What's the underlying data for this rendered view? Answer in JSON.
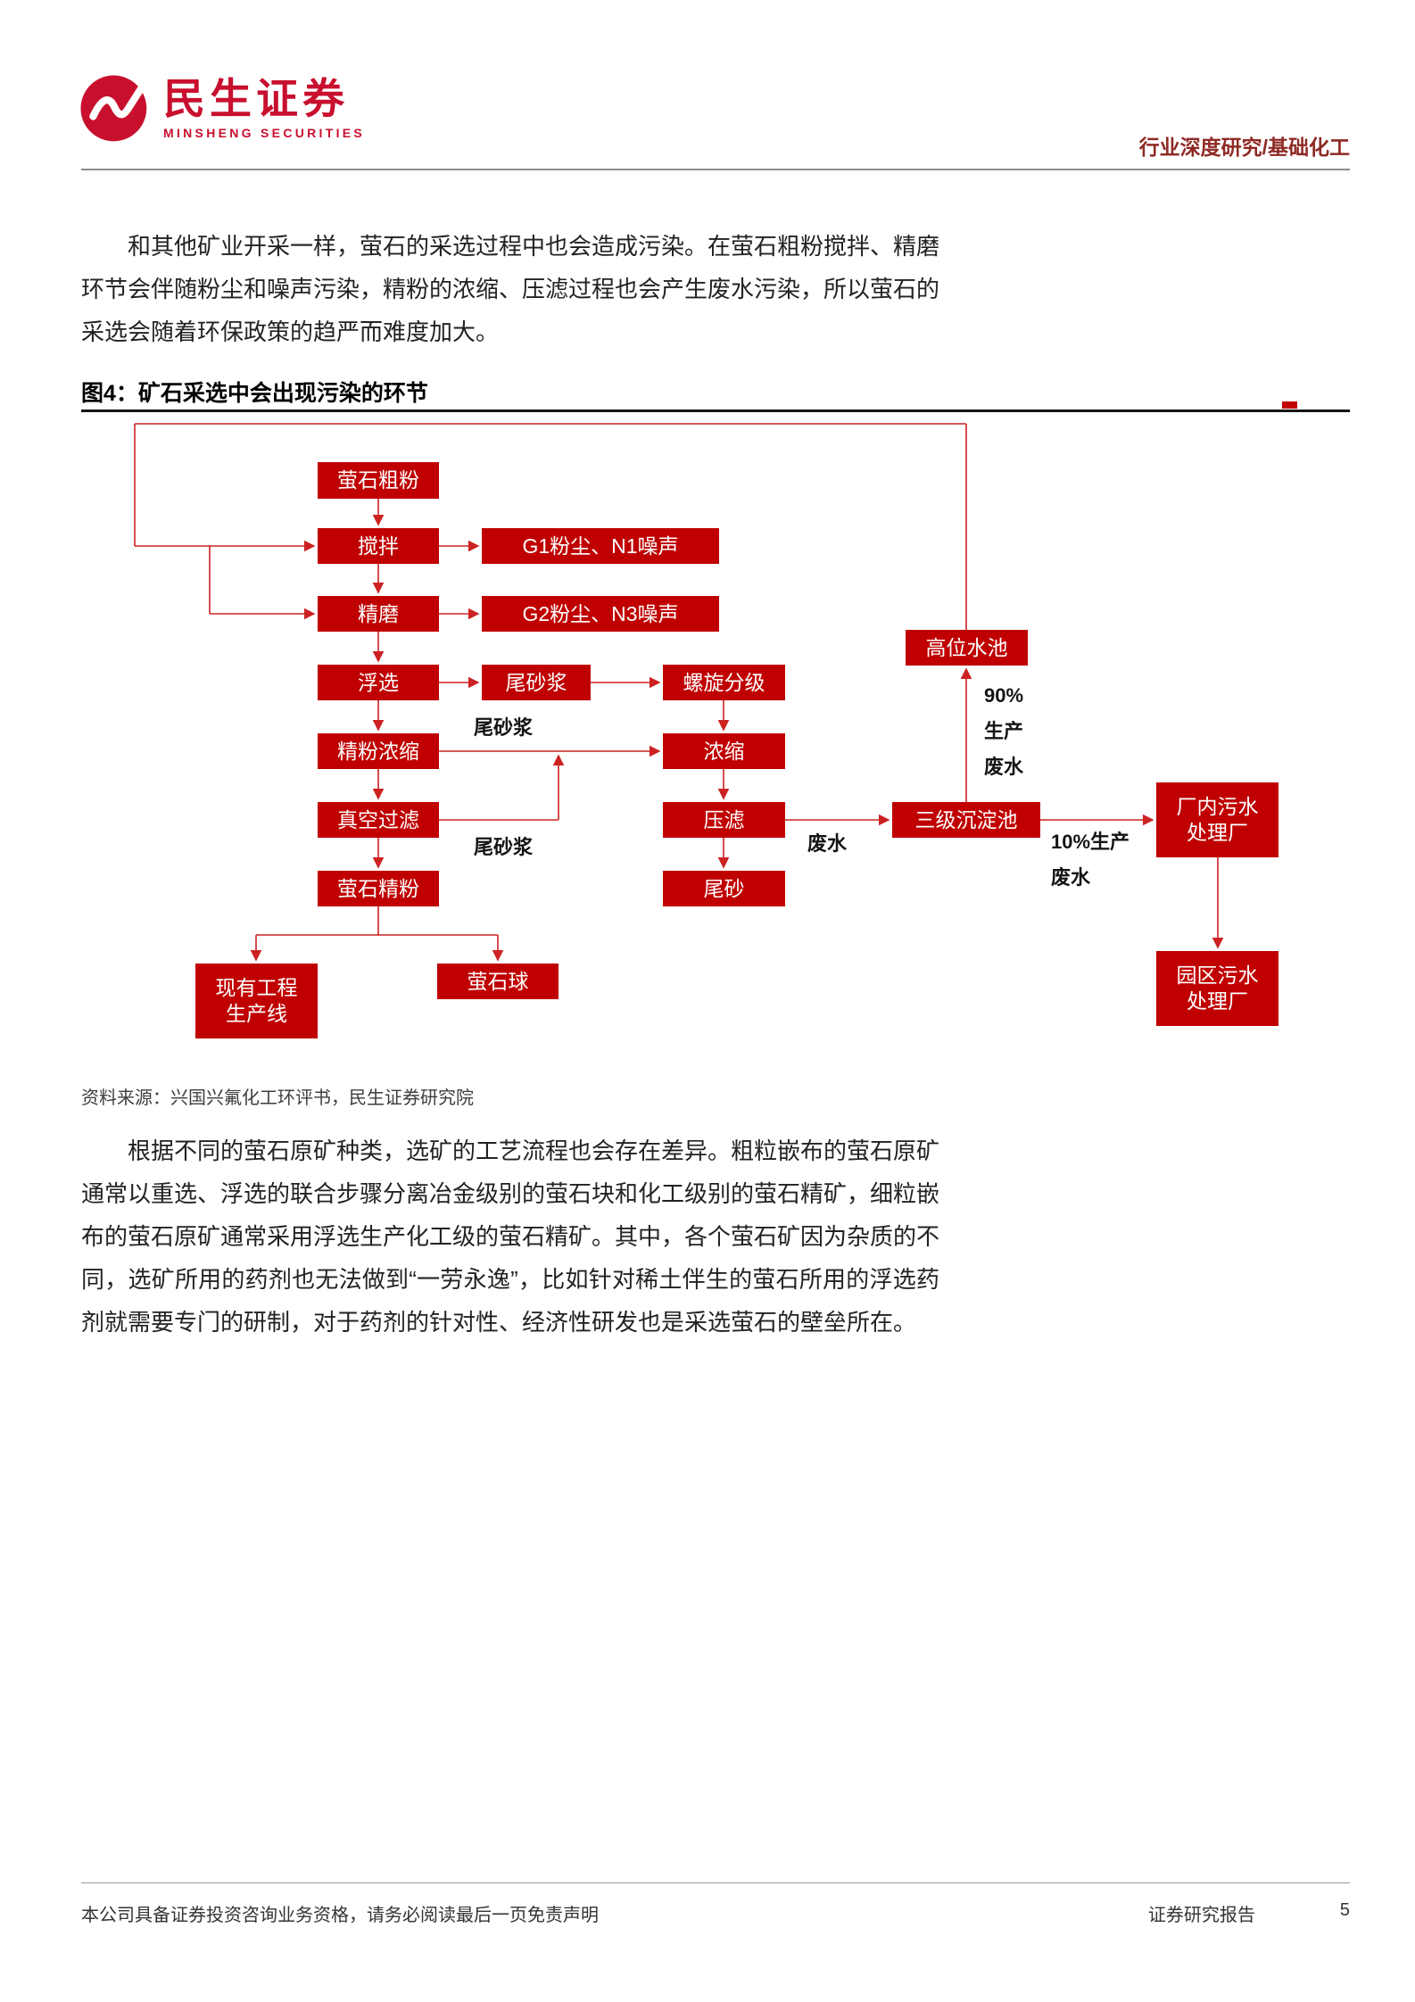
{
  "header": {
    "logo_cn": "民生证券",
    "logo_en": "MINSHENG SECURITIES",
    "category": "行业深度研究/基础化工"
  },
  "body": {
    "para1": "和其他矿业开采一样，萤石的采选过程中也会造成污染。在萤石粗粉搅拌、精磨环节会伴随粉尘和噪声污染，精粉的浓缩、压滤过程也会产生废水污染，所以萤石的采选会随着环保政策的趋严而难度加大。",
    "para2": "根据不同的萤石原矿种类，选矿的工艺流程也会存在差异。粗粒嵌布的萤石原矿通常以重选、浮选的联合步骤分离冶金级别的萤石块和化工级别的萤石精矿，细粒嵌布的萤石原矿通常采用浮选生产化工级的萤石精矿。其中，各个萤石矿因为杂质的不同，选矿所用的药剂也无法做到“一劳永逸”，比如针对稀土伴生的萤石所用的浮选药剂就需要专门的研制，对于药剂的针对性、经济性研发也是采选萤石的壁垒所在。"
  },
  "figure": {
    "title": "图4：矿石采选中会出现污染的环节",
    "source": "资料来源：兴国兴氟化工环评书，民生证券研究院",
    "accent_color": "#C00000",
    "line_color": "#CC2222",
    "nodes": {
      "coarse_powder": "萤石粗粉",
      "stirring": "搅拌",
      "dust_noise_1": "G1粉尘、N1噪声",
      "fine_grinding": "精磨",
      "dust_noise_2": "G2粉尘、N3噪声",
      "flotation": "浮选",
      "tailing_slurry": "尾砂浆",
      "spiral_grading": "螺旋分级",
      "fine_powder_concentration": "精粉浓缩",
      "concentration": "浓缩",
      "vacuum_filtration": "真空过滤",
      "press_filtration": "压滤",
      "fluorite_fine_powder": "萤石精粉",
      "tailing": "尾砂",
      "high_level_pool": "高位水池",
      "three_stage_sedimentation": "三级沉淀池",
      "plant_sewage": "厂内污水\n处理厂",
      "park_sewage": "园区污水\n处理厂",
      "existing_line": "现有工程\n生产线",
      "fluorite_ball": "萤石球"
    },
    "labels": {
      "slurry_1": "尾砂浆",
      "slurry_2": "尾砂浆",
      "wastewater": "废水",
      "pct90": "90%\n生产\n废水",
      "pct10": "10%生产\n废水"
    }
  },
  "footer": {
    "disclaimer": "本公司具备证券投资咨询业务资格，请务必阅读最后一页免责声明",
    "report_type": "证券研究报告",
    "page": "5"
  }
}
